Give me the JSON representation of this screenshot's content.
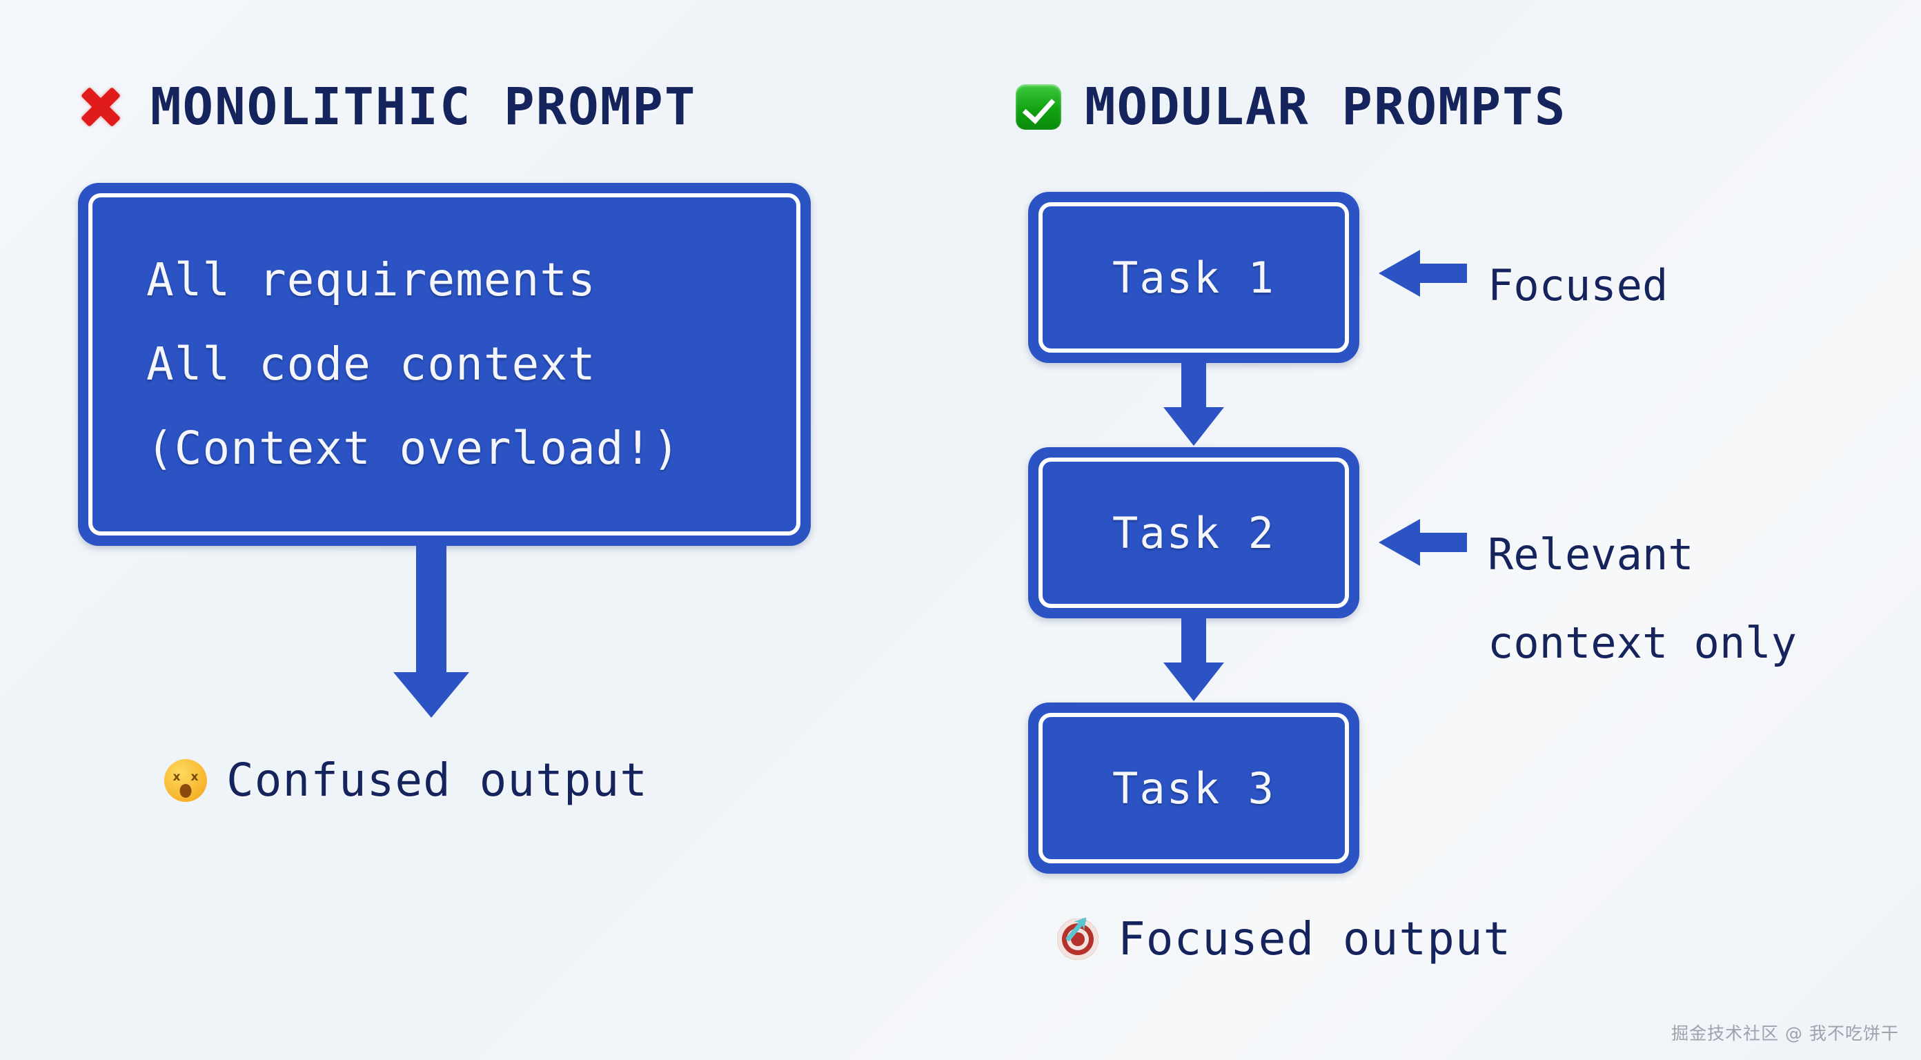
{
  "background_color": "#f1f5f9",
  "accent_blue": "#2b53c4",
  "text_navy": "#15245c",
  "headings": {
    "left": {
      "icon": "red-cross-mark-icon",
      "text": "MONOLITHIC PROMPT"
    },
    "right": {
      "icon": "green-check-mark-icon",
      "text": "MODULAR PROMPTS"
    }
  },
  "monolithic": {
    "lines": [
      "All requirements",
      "All code context",
      "(Context overload!)"
    ],
    "arrow": "down-arrow-icon",
    "output": {
      "emoji": "dizzy-face-emoji",
      "text": "Confused output"
    }
  },
  "modular": {
    "tasks": [
      {
        "label": "Task 1"
      },
      {
        "label": "Task 2"
      },
      {
        "label": "Task 3"
      }
    ],
    "connectors": [
      "down-arrow-icon",
      "down-arrow-icon"
    ],
    "annotations": [
      {
        "icon": "left-arrow-icon",
        "lines": [
          "Focused"
        ]
      },
      {
        "icon": "left-arrow-icon",
        "lines": [
          "Relevant",
          "context only"
        ]
      }
    ],
    "output": {
      "emoji": "dart-board-emoji",
      "text": "Focused output"
    }
  },
  "watermark": "掘金技术社区 @ 我不吃饼干"
}
